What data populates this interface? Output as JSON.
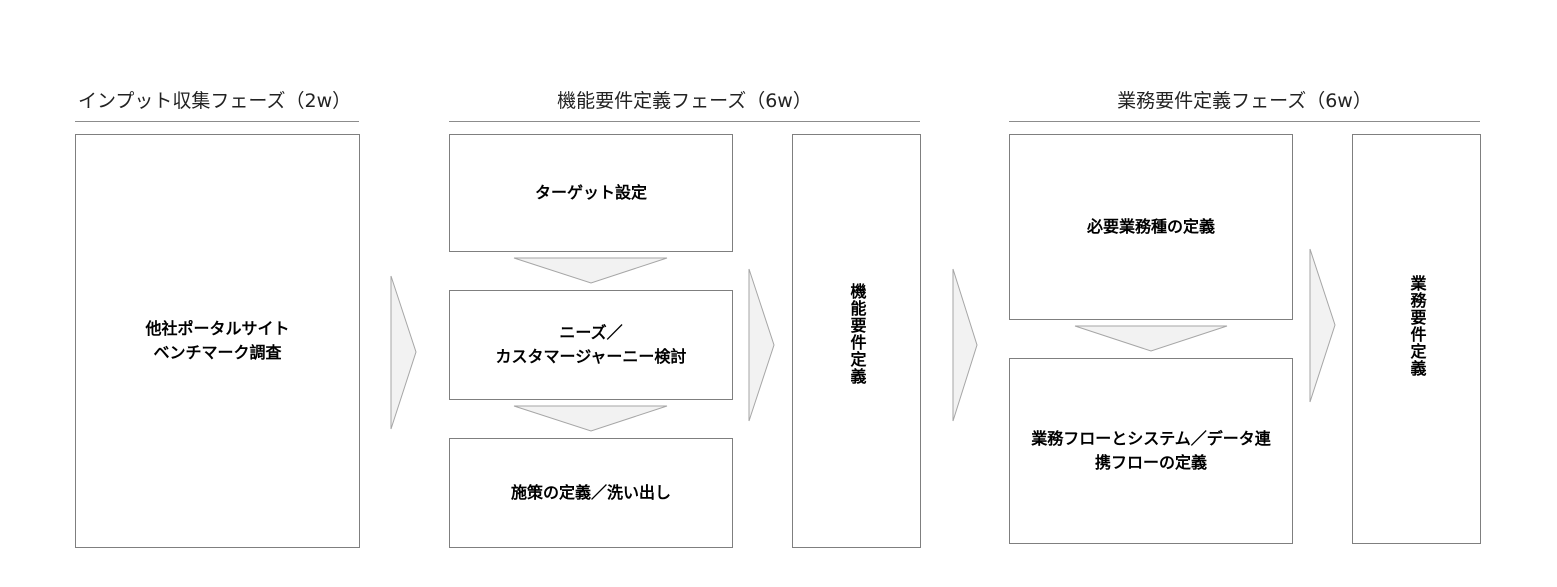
{
  "phases": [
    {
      "title": "インプット収集フェーズ（2w）"
    },
    {
      "title": "機能要件定義フェーズ（6w）"
    },
    {
      "title": "業務要件定義フェーズ（6w）"
    }
  ],
  "input_phase": {
    "box_line1": "他社ポータルサイト",
    "box_line2": "ベンチマーク調査"
  },
  "function_phase": {
    "steps": [
      {
        "line1": "ターゲット設定"
      },
      {
        "line1": "ニーズ／",
        "line2": "カスタマージャーニー検討"
      },
      {
        "line1": "施策の定義／洗い出し"
      }
    ],
    "output": "機能要件定義"
  },
  "business_phase": {
    "steps": [
      {
        "line1": "必要業務種の定義"
      },
      {
        "line1": "業務フローとシステム／データ連",
        "line2": "携フローの定義"
      }
    ],
    "output": "業務要件定義"
  },
  "colors": {
    "arrow_fill": "#f2f2f2",
    "arrow_stroke": "#a6a6a6",
    "border": "#7f7f7f"
  }
}
